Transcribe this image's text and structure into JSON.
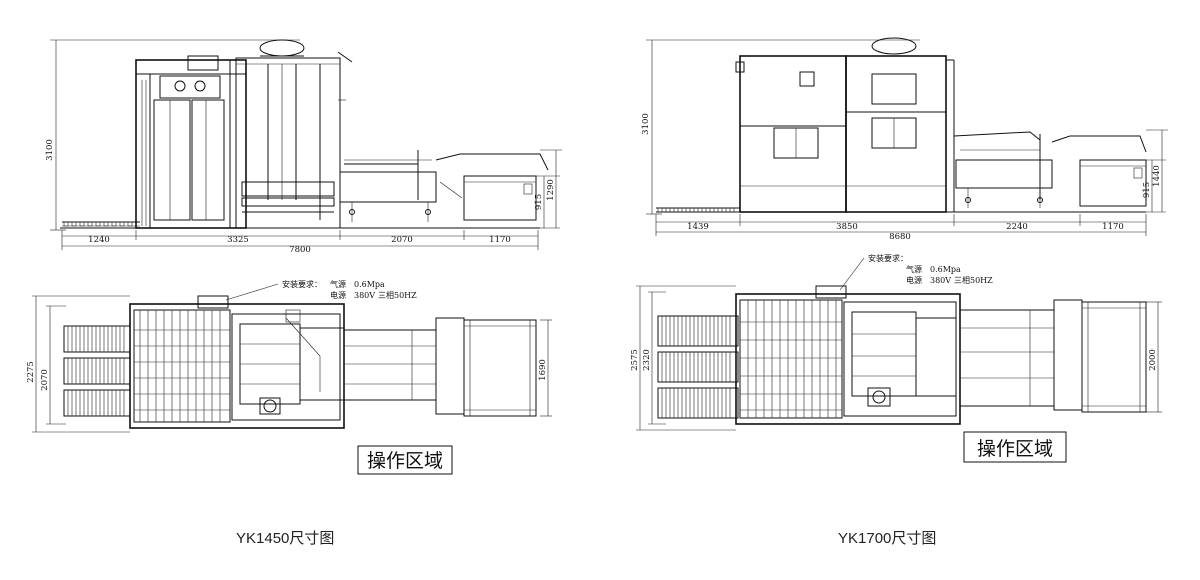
{
  "drawings": [
    {
      "caption": "YK1450尺寸图",
      "side_view": {
        "height_total": "3100",
        "dims_bottom": [
          "1240",
          "3325",
          "2070",
          "1170"
        ],
        "overall_length": "7800",
        "right_heights": [
          "915",
          "1290"
        ]
      },
      "top_view": {
        "widths_left": [
          "2275",
          "2070"
        ],
        "width_right": "1690",
        "install_title": "安装要求：",
        "air_label": "气源",
        "air_value": "0.6Mpa",
        "power_label": "电源",
        "power_value": "380V",
        "power_phase": "三相50HZ",
        "operation_zone": "操作区域"
      }
    },
    {
      "caption": "YK1700尺寸图",
      "side_view": {
        "height_total": "3100",
        "dims_bottom": [
          "1439",
          "3850",
          "2240",
          "1170"
        ],
        "overall_length": "8680",
        "right_heights": [
          "915",
          "1440"
        ]
      },
      "top_view": {
        "widths_left": [
          "2575",
          "2320"
        ],
        "width_right": "2000",
        "install_title": "安装要求：",
        "air_label": "气源",
        "air_value": "0.6Mpa",
        "power_label": "电源",
        "power_value": "380V",
        "power_phase": "三相50HZ",
        "operation_zone": "操作区域"
      }
    }
  ]
}
